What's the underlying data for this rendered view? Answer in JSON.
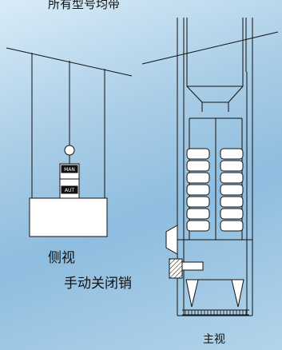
{
  "labels": {
    "top_caption": "所有型号均带",
    "side_view": "侧视",
    "manual_lock": "手动关闭销",
    "front_view": "主视",
    "man": "MAN",
    "aut": "AUT"
  },
  "colors": {
    "stroke": "#111111",
    "fill": "#ffffff"
  }
}
